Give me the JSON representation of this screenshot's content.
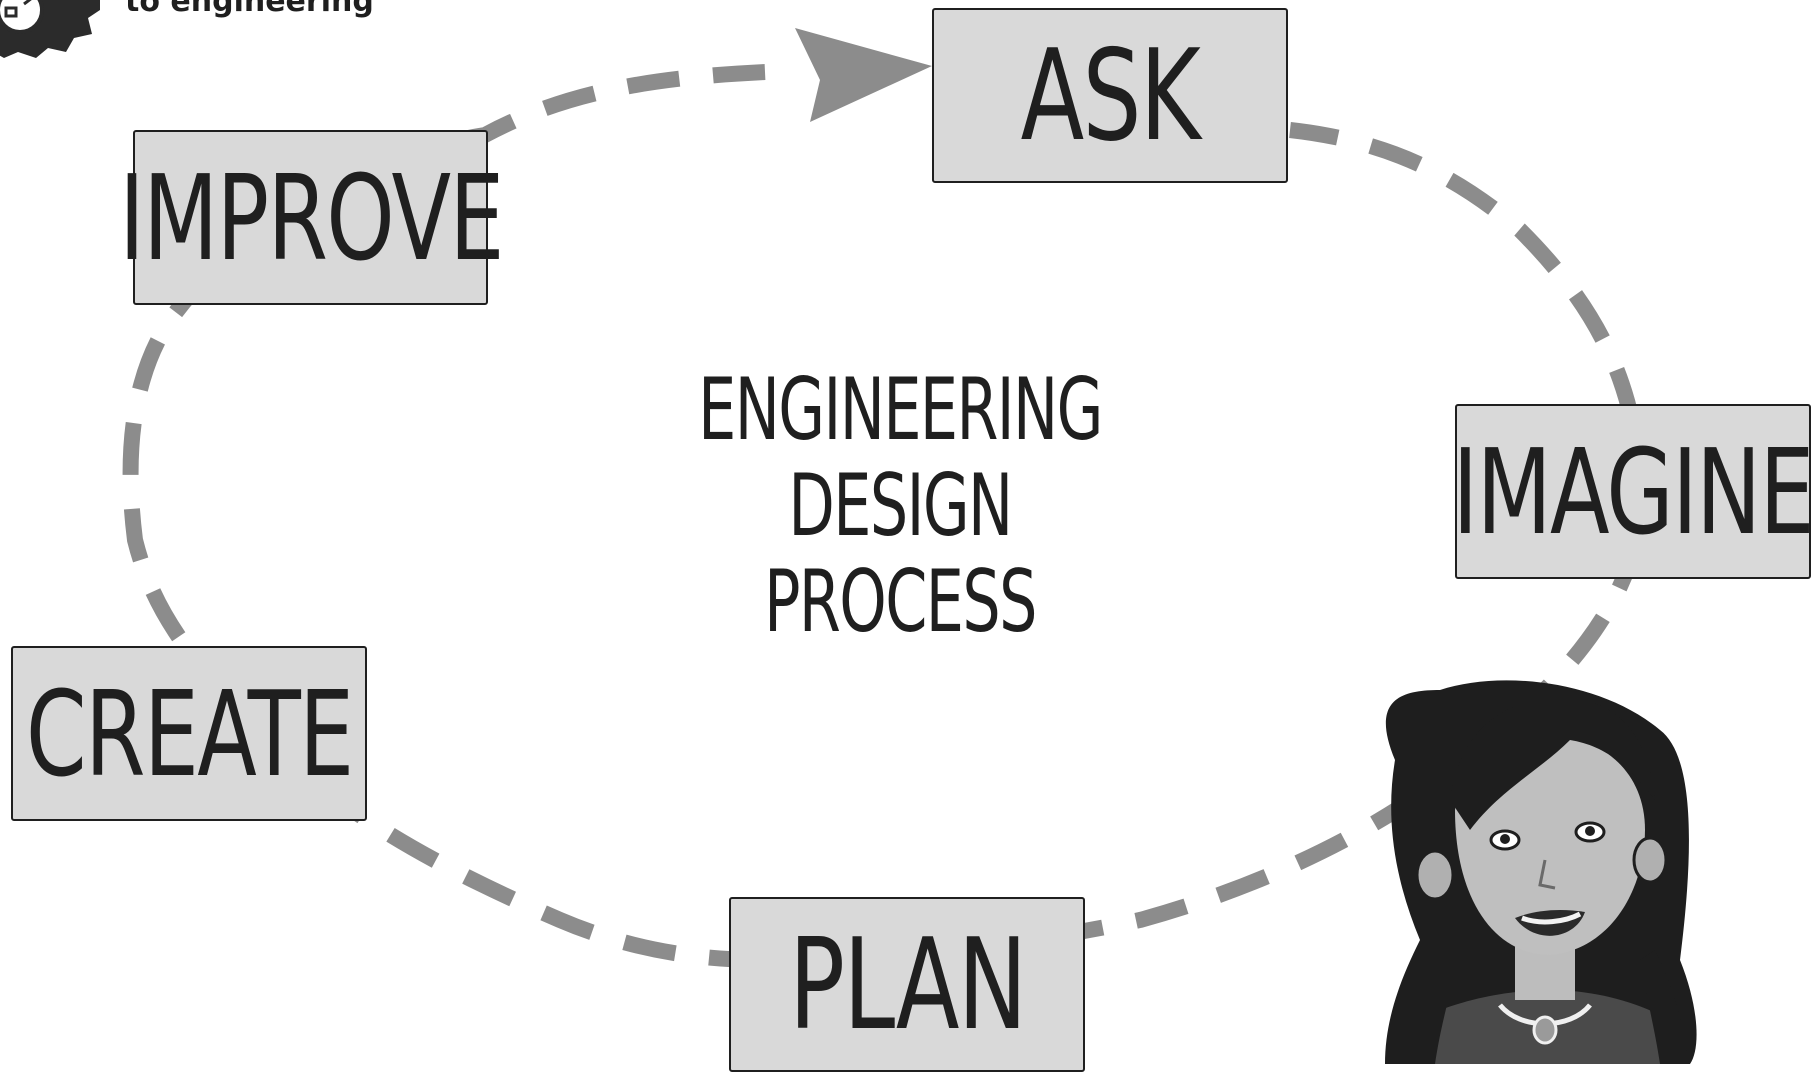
{
  "logo": {
    "tagline": "to engineering"
  },
  "title": {
    "line1": "ENGINEERING",
    "line2": "DESIGN",
    "line3": "PROCESS"
  },
  "stages": {
    "ask": "ASK",
    "imagine": "IMAGINE",
    "plan": "PLAN",
    "create": "CREATE",
    "improve": "IMPROVE"
  },
  "colors": {
    "box_fill": "#d9d9d9",
    "box_border": "#1f1f1f",
    "cycle_stroke": "#8c8c8c",
    "text": "#1f1f1f"
  },
  "icons": [
    "gear-logo-icon",
    "cycle-arrow-icon",
    "girl-character-illustration"
  ]
}
